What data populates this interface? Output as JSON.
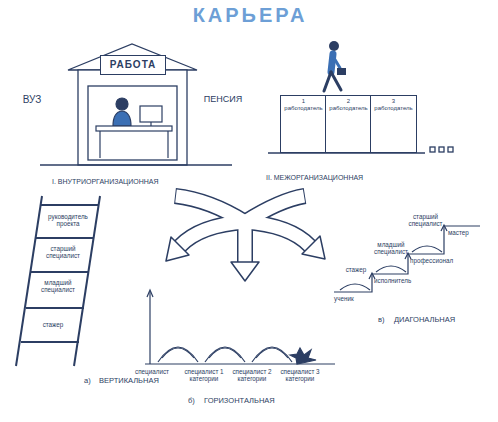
{
  "diagram": {
    "title": "КАРЬЕРА",
    "nodes": [
      {
        "text": [
          "РАБОТА"
        ]
      },
      {
        "text": [
          "1 работодатель"
        ]
      },
      {
        "text": [
          "2 работодатель"
        ]
      },
      {
        "text": [
          "3 работодатель"
        ]
      }
    ],
    "labels": [
      "ВУЗ",
      "ПЕНСИЯ",
      "I. ВНУТРИОРГАНИЗАЦИОННАЯ",
      "II. МЕЖОРГАНИЗАЦИОННАЯ",
      "руководитель проекта",
      "старший специалист",
      "младший специалист",
      "стажер",
      "а)",
      "ВЕРТИКАЛЬНАЯ",
      "специалист",
      "специалист 1 категории",
      "специалист 2 категории",
      "специалист 3 категории",
      "б)",
      "ГОРИЗОНТАЛЬНАЯ",
      "ученик",
      "стажер",
      "исполнитель",
      "младший специалист",
      "профессионал",
      "старший специалист",
      "мастер",
      "в)",
      "ДИАГОНАЛЬНАЯ"
    ]
  }
}
